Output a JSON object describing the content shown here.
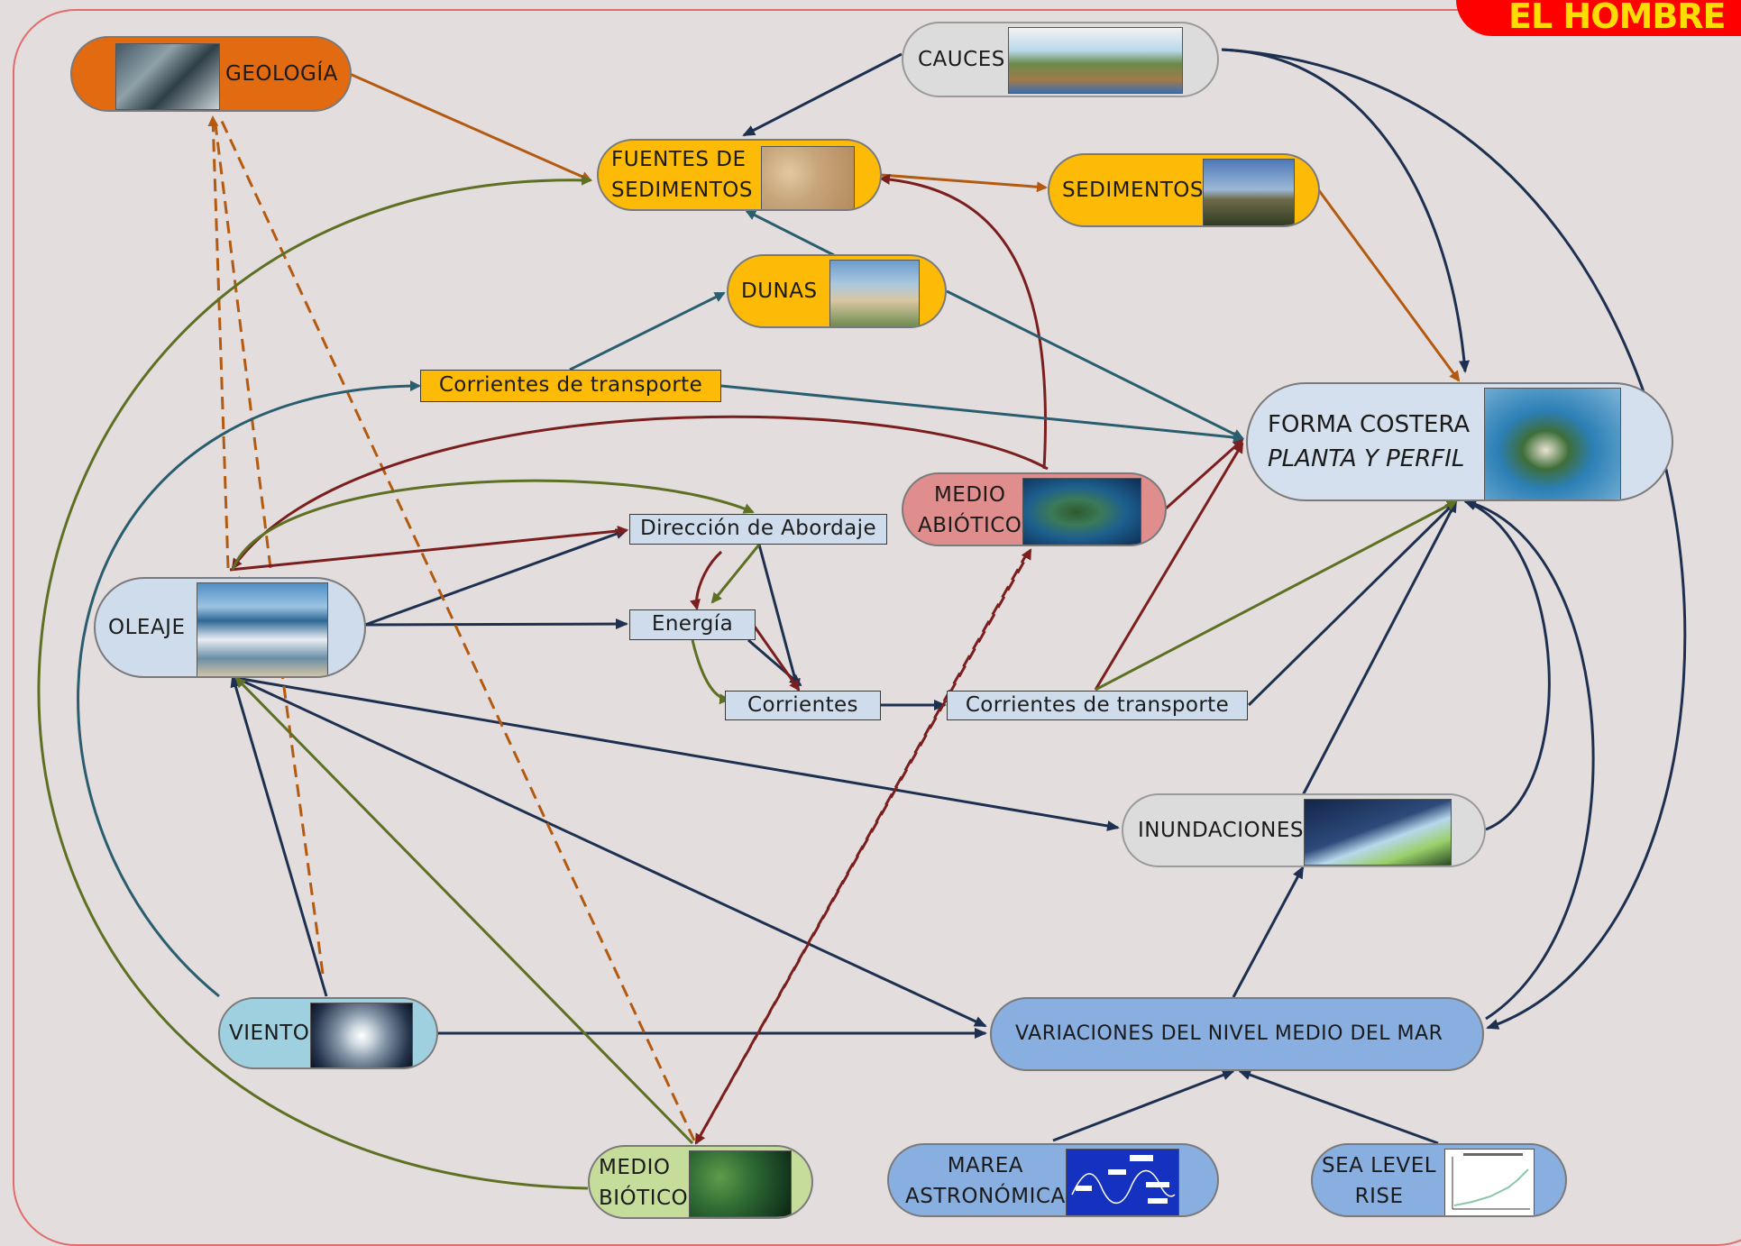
{
  "corner_label": "EL HOMBRE",
  "nodes": {
    "geologia": "GEOLOGÍA",
    "cauces": "CAUCES",
    "fuentes_line1": "FUENTES DE",
    "fuentes_line2": "SEDIMENTOS",
    "sedimentos": "SEDIMENTOS",
    "dunas": "DUNAS",
    "forma_line1": "FORMA COSTERA",
    "forma_line2": "PLANTA Y PERFIL",
    "medio_abiotico_line1": "MEDIO",
    "medio_abiotico_line2": "ABIÓTICO",
    "oleaje": "OLEAJE",
    "inundaciones": "INUNDACIONES",
    "viento": "VIENTO",
    "variaciones": "VARIACIONES DEL NIVEL MEDIO DEL MAR",
    "medio_biotico_line1": "MEDIO",
    "medio_biotico_line2": "BIÓTICO",
    "marea_line1": "MAREA",
    "marea_line2": "ASTRONÓMICA",
    "sea_line1": "SEA LEVEL",
    "sea_line2": "RISE"
  },
  "boxes": {
    "corrientes_transporte_top": "Corrientes de transporte",
    "direccion": "Dirección de Abordaje",
    "energia": "Energía",
    "corrientes": "Corrientes",
    "corrientes_transporte_bottom": "Corrientes de transporte"
  },
  "colors": {
    "navy": "#1e3050",
    "orange": "#b35a10",
    "darkred": "#7a1e1e",
    "olive": "#5e7023",
    "teal": "#2a5e6e"
  }
}
